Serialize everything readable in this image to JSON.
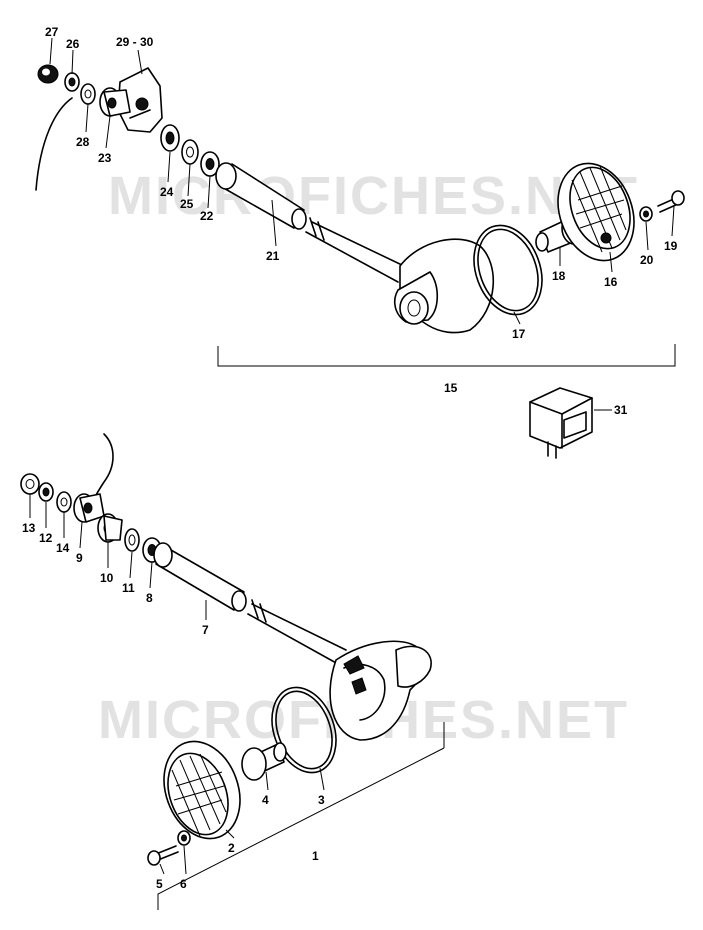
{
  "watermark": {
    "upper": "MICROFICHES.NET",
    "lower": "MICROFICHES.NET"
  },
  "labels": {
    "p1": "1",
    "p2": "2",
    "p3": "3",
    "p4": "4",
    "p5": "5",
    "p6": "6",
    "p7": "7",
    "p8": "8",
    "p9": "9",
    "p10": "10",
    "p11": "11",
    "p12": "12",
    "p13": "13",
    "p14": "14",
    "p15": "15",
    "p16": "16",
    "p17": "17",
    "p18": "18",
    "p19": "19",
    "p20": "20",
    "p21": "21",
    "p22": "22",
    "p23": "23",
    "p24": "24",
    "p25": "25",
    "p26": "26",
    "p27": "27",
    "p28": "28",
    "p29_30": "29 - 30",
    "p31": "31"
  }
}
